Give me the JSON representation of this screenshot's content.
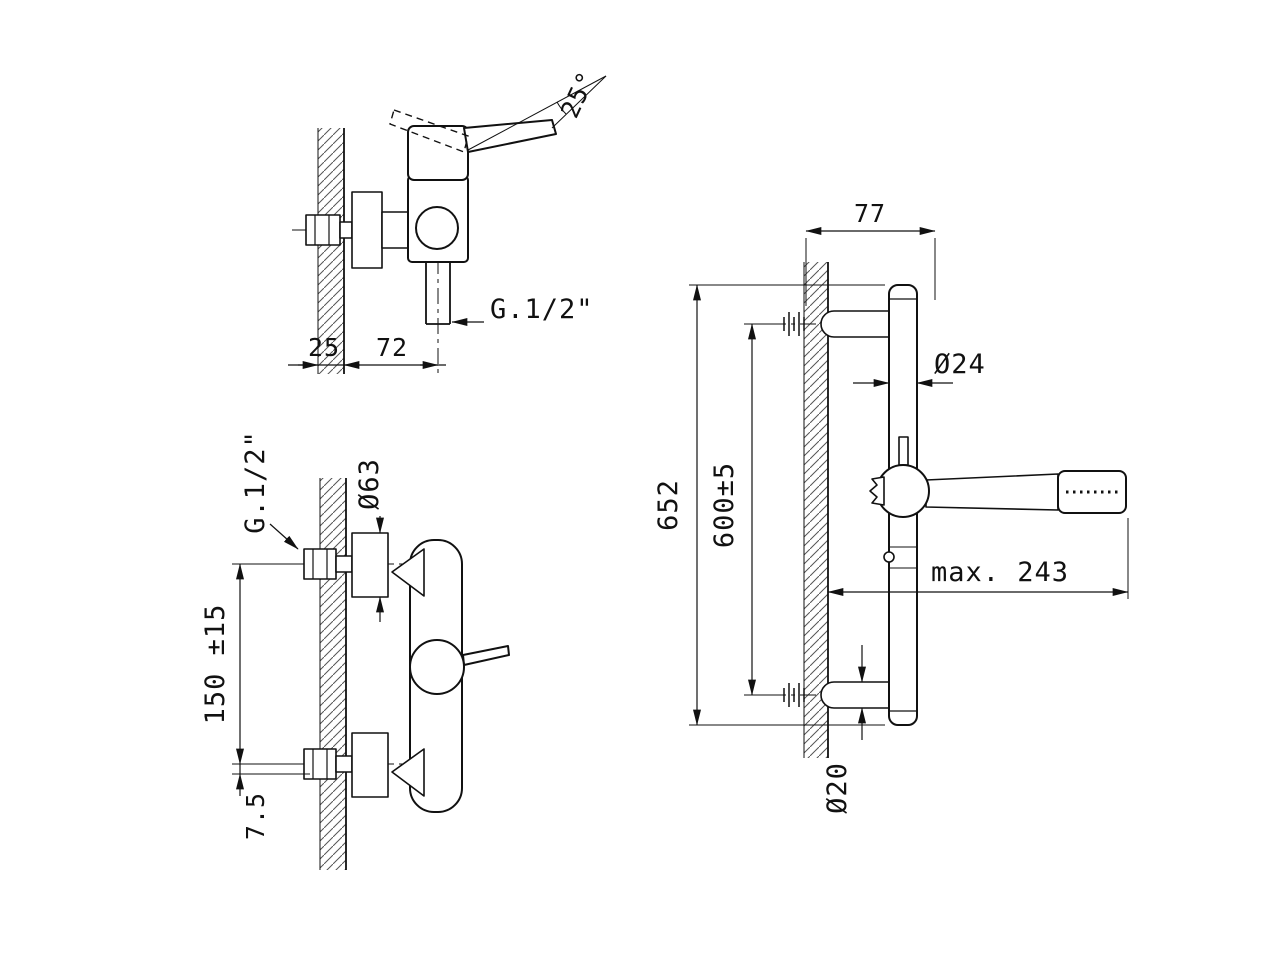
{
  "side_view": {
    "angle_label": "25°",
    "outlet_thread_label": "G.1/2\"",
    "wall_thickness_dim": "25",
    "depth_dim": "72"
  },
  "front_view": {
    "inlet_thread_label": "G.1/2\"",
    "escutcheon_dia_label": "Ø63",
    "inlet_spacing_dim": "150 ±15",
    "offset_dim": "7.5"
  },
  "rail_view": {
    "wall_offset_dim": "77",
    "rail_length_dim": "652",
    "bracket_spacing_dim": "600±5",
    "rail_dia_label": "Ø24",
    "max_reach_dim": "max. 243",
    "bracket_dia_label": "Ø20"
  }
}
